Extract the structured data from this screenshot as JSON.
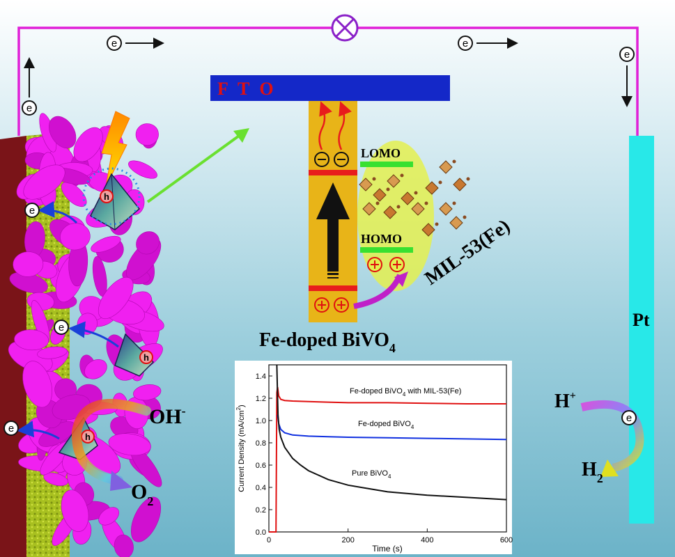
{
  "diagram": {
    "fto_label": "F T O",
    "lomo_label": "LOMO",
    "homo_label": "HOMO",
    "mof_label": "MIL-53(Fe)",
    "photoanode_label": "Fe-doped BiVO",
    "photoanode_sub": "4",
    "cathode_label": "Pt",
    "electron_symbol": "e",
    "hole_symbol": "h",
    "oh_label": "OH",
    "oh_sup": "-",
    "o2_label": "O",
    "o2_sub": "2",
    "h_label": "H",
    "h_sup": "+",
    "h2_label": "H",
    "h2_sub": "2",
    "colors": {
      "circuit": "#e020d8",
      "fto": "#1428c8",
      "fto_text": "#e01010",
      "bivo4_column": "#e8b418",
      "band_line": "#e81c1c",
      "mof_level": "#38e030",
      "mof_blob": "#e4f050",
      "pt_electrode": "#28e8e8",
      "nanostructure": "#e818e8",
      "substrate_green": "#a8c020",
      "substrate_dark": "#7a1418"
    }
  },
  "chart_data": {
    "type": "line",
    "xlabel": "Time (s)",
    "ylabel": "Current Density (mA/cm",
    "ylabel_sup": "2",
    "ylabel_tail": ")",
    "xlim": [
      0,
      600
    ],
    "ylim": [
      0.0,
      1.5
    ],
    "x_ticks": [
      0,
      200,
      400,
      600
    ],
    "y_ticks": [
      0.0,
      0.2,
      0.4,
      0.6,
      0.8,
      1.0,
      1.2,
      1.4
    ],
    "series": [
      {
        "name": "Fe-doped BiVO4 with MIL-53(Fe)",
        "color": "#e01010",
        "x": [
          0,
          18,
          20,
          22,
          25,
          30,
          40,
          60,
          100,
          150,
          200,
          300,
          400,
          500,
          600
        ],
        "y": [
          0.0,
          0.0,
          1.25,
          1.3,
          1.22,
          1.19,
          1.18,
          1.175,
          1.17,
          1.165,
          1.16,
          1.16,
          1.155,
          1.15,
          1.15
        ]
      },
      {
        "name": "Fe-doped BiVO4",
        "color": "#1030e0",
        "x": [
          22,
          25,
          30,
          40,
          60,
          100,
          150,
          200,
          300,
          400,
          500,
          600
        ],
        "y": [
          1.05,
          0.97,
          0.92,
          0.89,
          0.87,
          0.86,
          0.855,
          0.85,
          0.845,
          0.84,
          0.835,
          0.83
        ]
      },
      {
        "name": "Pure BiVO4",
        "color": "#101010",
        "x": [
          20,
          23,
          26,
          30,
          40,
          60,
          80,
          100,
          150,
          200,
          250,
          300,
          400,
          500,
          600
        ],
        "y": [
          1.5,
          1.05,
          0.92,
          0.85,
          0.76,
          0.66,
          0.6,
          0.55,
          0.47,
          0.42,
          0.39,
          0.36,
          0.33,
          0.31,
          0.29
        ]
      }
    ],
    "legend": [
      {
        "text": "Fe-doped BiVO",
        "sub": "4",
        "tail": " with MIL-53(Fe)"
      },
      {
        "text": "Fe-doped BiVO",
        "sub": "4",
        "tail": ""
      },
      {
        "text": "Pure BiVO",
        "sub": "4",
        "tail": ""
      }
    ]
  }
}
